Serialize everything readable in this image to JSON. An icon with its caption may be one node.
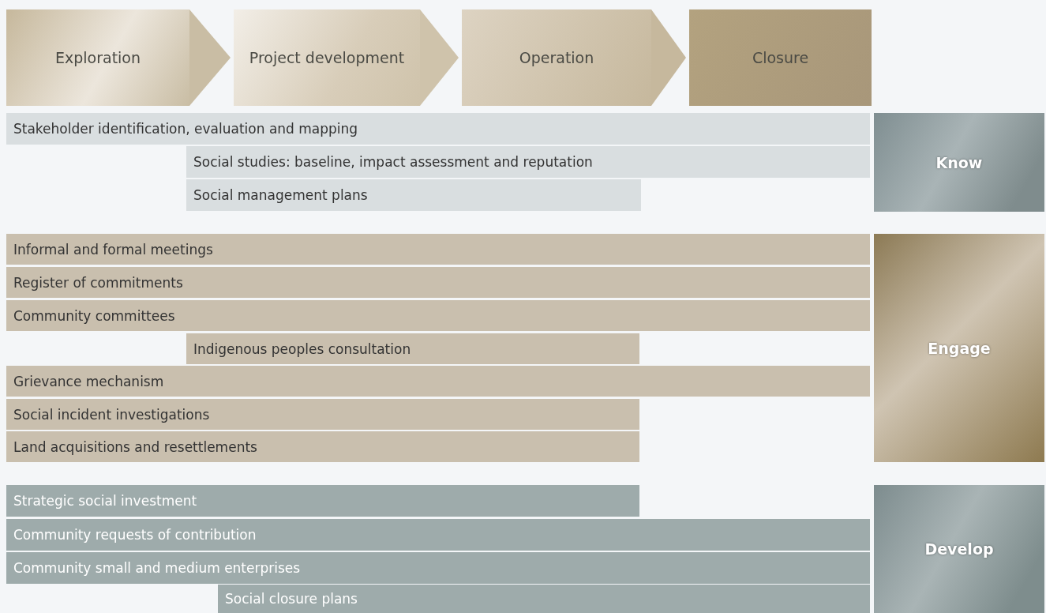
{
  "diagram": {
    "nodes": [
      {
        "text": [
          "Exploration"
        ]
      },
      {
        "text": [
          "Project development"
        ]
      },
      {
        "text": [
          "Operation"
        ]
      },
      {
        "text": [
          "Closure"
        ]
      },
      {
        "text": [
          "Stakeholder identification, evaluation and mapping"
        ]
      },
      {
        "text": [
          "Social studies: baseline, impact assessment and reputation"
        ]
      },
      {
        "text": [
          "Social management plans"
        ]
      },
      {
        "text": [
          "Know"
        ]
      },
      {
        "text": [
          "Informal and formal meetings"
        ]
      },
      {
        "text": [
          "Register of commitments"
        ]
      },
      {
        "text": [
          "Community committees"
        ]
      },
      {
        "text": [
          "Indigenous peoples consultation"
        ]
      },
      {
        "text": [
          "Grievance mechanism"
        ]
      },
      {
        "text": [
          "Social incident investigations"
        ]
      },
      {
        "text": [
          "Land acquisitions and resettlements"
        ]
      },
      {
        "text": [
          "Engage"
        ]
      },
      {
        "text": [
          "Strategic social investment"
        ]
      },
      {
        "text": [
          "Community requests of contribution"
        ]
      },
      {
        "text": [
          "Community small and medium enterprises"
        ]
      },
      {
        "text": [
          "Social closure plans"
        ]
      },
      {
        "text": [
          "Develop"
        ]
      }
    ],
    "edges": [
      {
        "from": 0,
        "to": 1,
        "arrow": "to"
      },
      {
        "from": 1,
        "to": 2,
        "arrow": "to"
      },
      {
        "from": 2,
        "to": 3,
        "arrow": "to"
      }
    ]
  }
}
